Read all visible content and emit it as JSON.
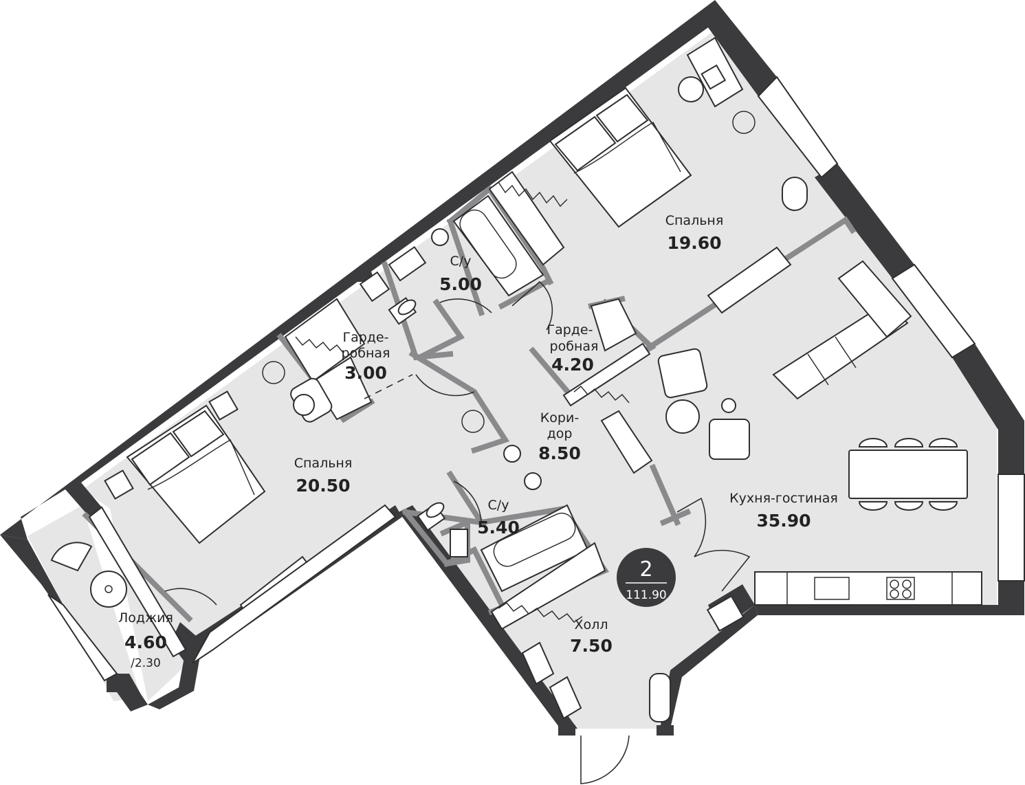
{
  "rooms": [
    {
      "id": "bedroom-right",
      "name": "Спальня",
      "area": "19.60"
    },
    {
      "id": "bathroom-top",
      "name": "С/у",
      "area": "5.00"
    },
    {
      "id": "wardrobe-left",
      "name_line1": "Гарде-",
      "name_line2": "робная",
      "area": "3.00"
    },
    {
      "id": "wardrobe-center",
      "name_line1": "Гарде-",
      "name_line2": "робная",
      "area": "4.20"
    },
    {
      "id": "corridor",
      "name_line1": "Кори-",
      "name_line2": "дор",
      "area": "8.50"
    },
    {
      "id": "bedroom-left",
      "name": "Спальня",
      "area": "20.50"
    },
    {
      "id": "bathroom-bottom",
      "name": "С/у",
      "area": "5.40"
    },
    {
      "id": "kitchen-living",
      "name": "Кухня-гостиная",
      "area": "35.90"
    },
    {
      "id": "loggia",
      "name": "Лоджия",
      "area": "4.60",
      "area_reduced": "/2.30"
    },
    {
      "id": "hall",
      "name": "Холл",
      "area": "7.50"
    }
  ],
  "apartment": {
    "rooms_count": "2",
    "total_area": "111.90"
  },
  "colors": {
    "wall": "#3b3b3d",
    "floor": "#e6e6e7",
    "partition": "#8a8a8c",
    "badge": "#3b3b3d"
  }
}
